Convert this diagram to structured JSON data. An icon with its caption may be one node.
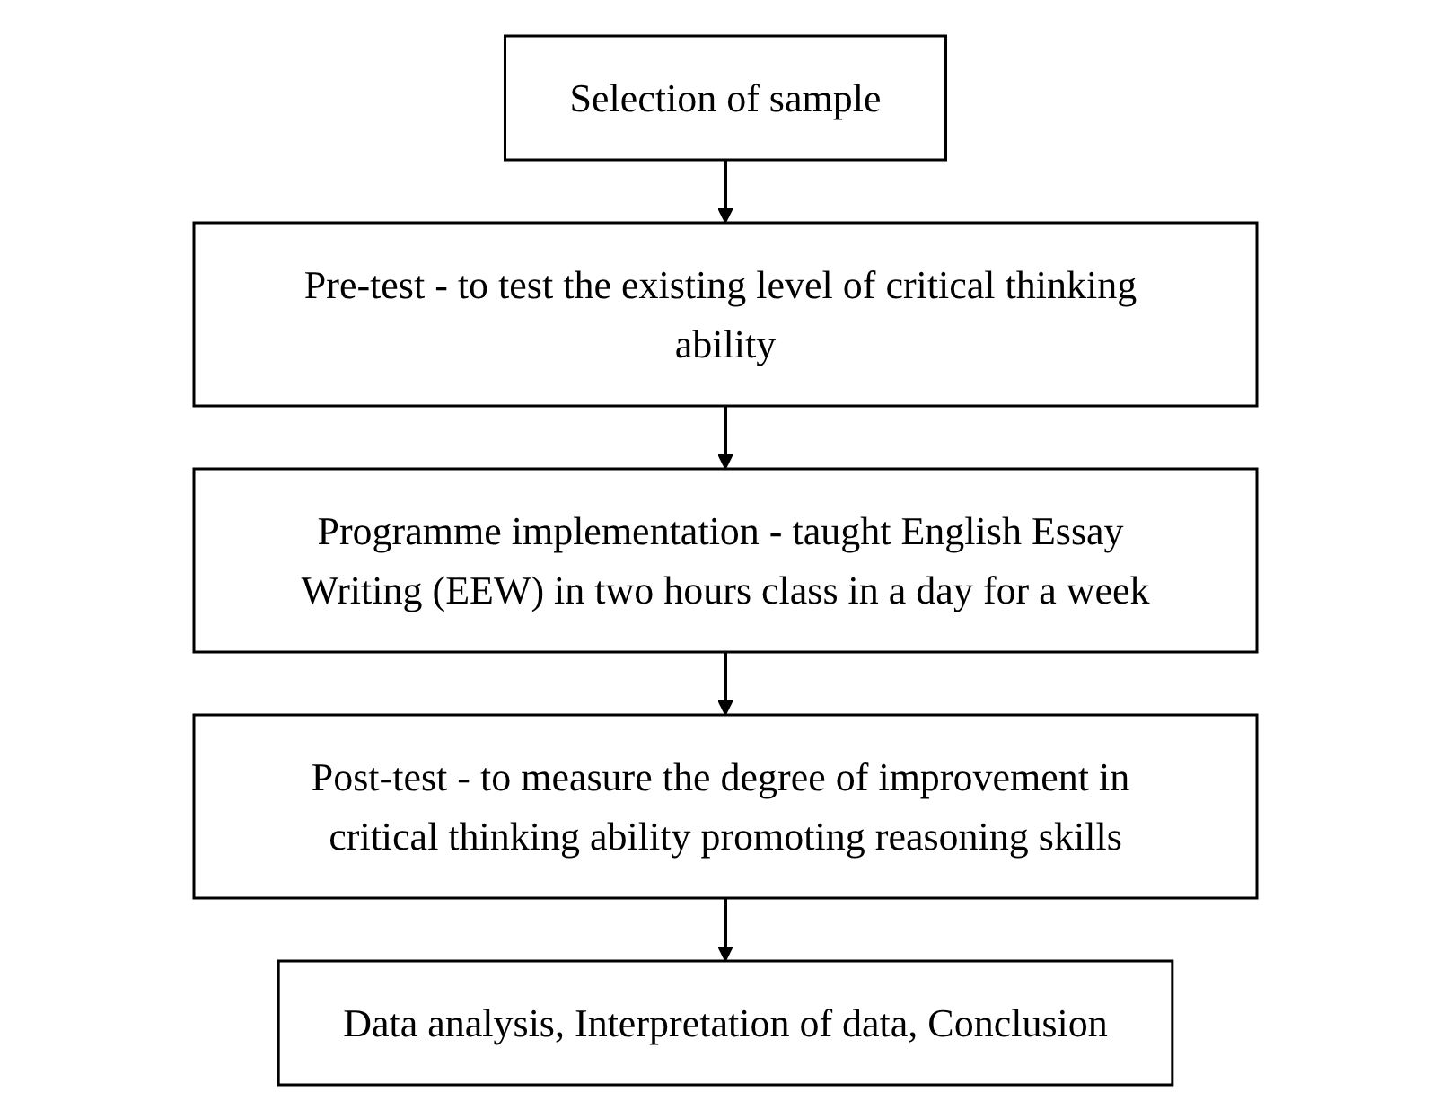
{
  "diagram": {
    "nodes": [
      {
        "text": [
          "Selection of sample"
        ]
      },
      {
        "text": [
          "Pre-test - to test the existing level of critical thinking ability"
        ]
      },
      {
        "text": [
          "Programme implementation - taught English Essay Writing (EEW) in two hours class in a day for a week"
        ]
      },
      {
        "text": [
          "Post-test - to measure the degree of improvement in critical thinking ability promoting reasoning skills"
        ]
      },
      {
        "text": [
          "Data analysis, Interpretation of data, Conclusion"
        ]
      }
    ],
    "edges": [
      {
        "from": 0,
        "to": 1,
        "arrow": "to"
      },
      {
        "from": 1,
        "to": 2,
        "arrow": "to"
      },
      {
        "from": 2,
        "to": 3,
        "arrow": "to"
      },
      {
        "from": 3,
        "to": 4,
        "arrow": "to"
      }
    ]
  }
}
